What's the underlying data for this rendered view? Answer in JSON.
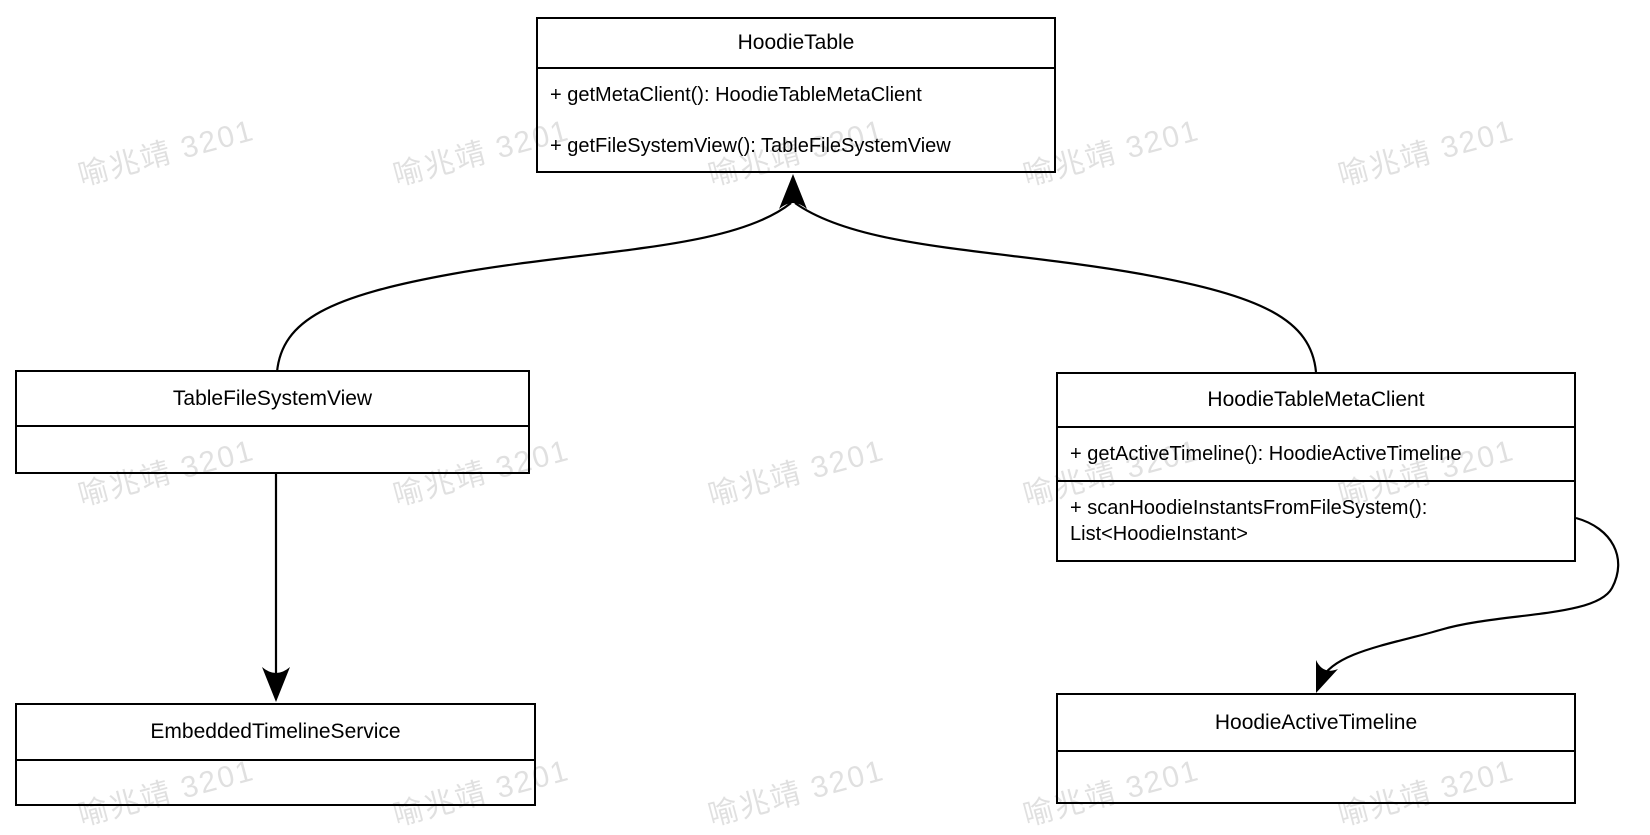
{
  "diagram_type": "uml-class-diagram",
  "watermark": {
    "text": "喻兆靖 3201"
  },
  "classes": [
    {
      "id": "hoodie-table",
      "name": "HoodieTable",
      "methods": [
        "+ getMetaClient(): HoodieTableMetaClient",
        "+ getFileSystemView(): TableFileSystemView"
      ]
    },
    {
      "id": "table-file-system-view",
      "name": "TableFileSystemView",
      "methods": []
    },
    {
      "id": "hoodie-table-meta-client",
      "name": "HoodieTableMetaClient",
      "methods": [
        "+ getActiveTimeline(): HoodieActiveTimeline",
        "+ scanHoodieInstantsFromFileSystem(): List<HoodieInstant>"
      ]
    },
    {
      "id": "embedded-timeline-service",
      "name": "EmbeddedTimelineService",
      "methods": []
    },
    {
      "id": "hoodie-active-timeline",
      "name": "HoodieActiveTimeline",
      "methods": []
    }
  ],
  "relations": [
    {
      "from": "TableFileSystemView",
      "to": "HoodieTable",
      "style": "curved-arrow"
    },
    {
      "from": "HoodieTableMetaClient",
      "to": "HoodieTable",
      "style": "curved-arrow"
    },
    {
      "from": "TableFileSystemView",
      "to": "EmbeddedTimelineService",
      "style": "straight-arrow"
    },
    {
      "from": "HoodieTableMetaClient",
      "to": "HoodieActiveTimeline",
      "style": "curved-arrow"
    }
  ]
}
